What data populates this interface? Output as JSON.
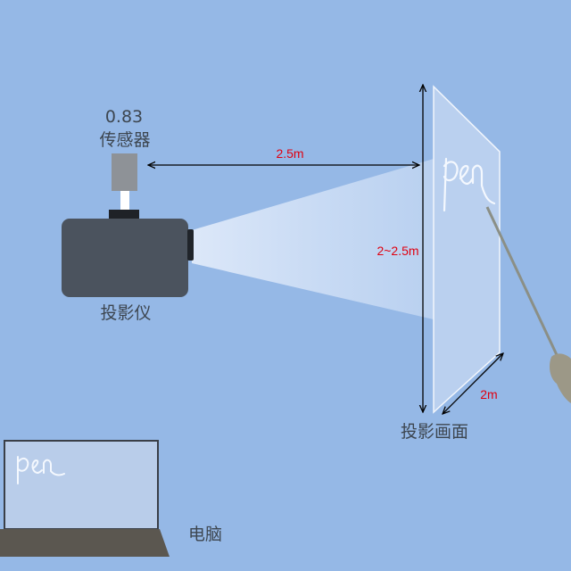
{
  "colors": {
    "background": "#95b8e6",
    "projector_body": "#4b535e",
    "sensor": "#8e9297",
    "dimension_text": "#e00010",
    "label_text": "#3d4650"
  },
  "sensor": {
    "value": "0.83",
    "label": "传感器"
  },
  "projector": {
    "label": "投影仪"
  },
  "screen": {
    "label": "投影画面",
    "handwriting": "pen"
  },
  "dimensions": {
    "distance": "2.5m",
    "height": "2~2.5m",
    "width": "2m"
  },
  "computer": {
    "label": "电脑",
    "handwriting": "pen"
  }
}
